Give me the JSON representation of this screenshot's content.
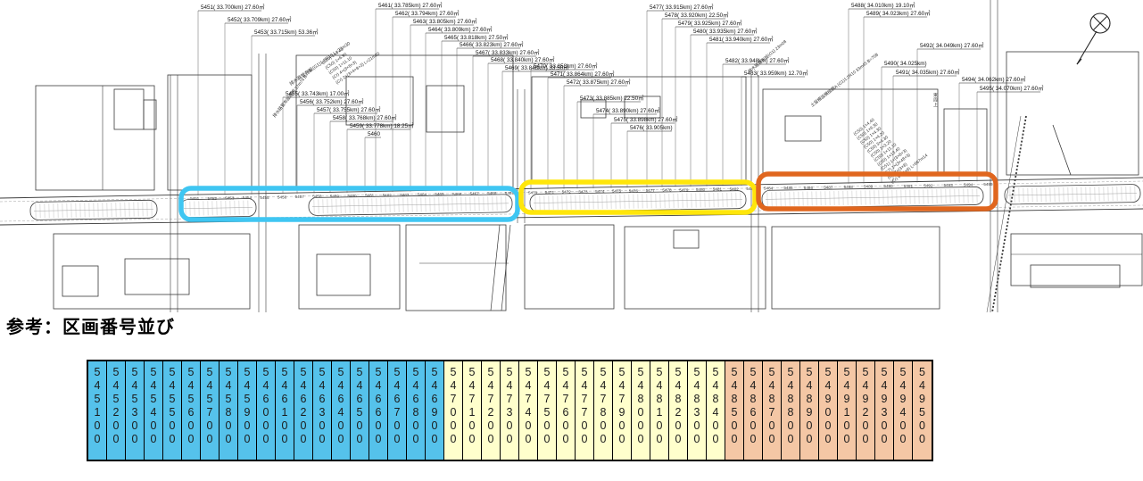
{
  "caption": {
    "text": "参考：区画番号並び"
  },
  "map": {
    "labels": [
      "5451( 33.700km) 27.60㎡",
      "5452( 33.709km) 27.60㎡",
      "5453( 33.715km) 53.36㎡",
      "5455( 33.743km) 17.00㎡",
      "5456( 33.752km) 27.60㎡",
      "5457( 33.755km) 27.60㎡",
      "5458( 33.768km) 27.60㎡",
      "5459( 33.778km) 18.25㎡",
      "5460",
      "5461( 33.785km) 27.60㎡",
      "5462( 33.794km) 27.60㎡",
      "5463( 33.805km) 27.60㎡",
      "5464( 33.809km) 27.60㎡",
      "5465( 33.818km) 27.50㎡",
      "5466( 33.823km) 27.60㎡",
      "5467( 33.833km) 27.60㎡",
      "5468( 33.840km) 27.60㎡",
      "5469( 33.848km) 33.50㎡",
      "5470( 33.858km) 27.60㎡",
      "5471( 33.864km) 27.60㎡",
      "5472( 33.875km) 27.60㎡",
      "5473( 33.885km) 22.50㎡",
      "5474( 33.890km) 27.60㎡",
      "5475( 33.898km) 27.60㎡",
      "5476( 33.905km)",
      "5477( 33.915km) 27.60㎡",
      "5478( 33.920km) 22.50㎡",
      "5479( 33.925km) 27.60㎡",
      "5480( 33.935km) 27.60㎡",
      "5481( 33.940km) 27.60㎡",
      "5482( 33.948km) 27.60㎡",
      "5483( 33.959km) 12.70㎡",
      "5488( 34.010km) 19.10㎡",
      "5489( 34.023km) 27.60㎡",
      "5490( 34.025km)",
      "5491( 34.035km) 27.60㎡",
      "5492( 34.049km) 27.60㎡",
      "5494( 34.062km) 27.60㎡",
      "5495( 34.070km) 27.60㎡"
    ],
    "strip_numbers": [
      "5451",
      "5452",
      "5453",
      "5454",
      "5455",
      "5456",
      "5457",
      "5458",
      "5459",
      "5460",
      "5461",
      "5462",
      "5463",
      "5464",
      "5465",
      "5466",
      "5467",
      "5468",
      "5469",
      "5470",
      "5471",
      "5472",
      "5473",
      "5474",
      "5475",
      "5476",
      "5477",
      "5478",
      "5479",
      "5480",
      "5481",
      "5482",
      "5483",
      "5484",
      "5485",
      "5486",
      "5487",
      "5488",
      "5489",
      "5490",
      "5491",
      "5492",
      "5493",
      "5494",
      "5495"
    ],
    "annotations": {
      "left_diagonal": [
        "排水路管布設(G1)1:2R10 L=23m30",
        "(C50) 1×4.40",
        "(C50) 1×6.90",
        "(C50) 1×11.10",
        "(Cr) 4×(3×8+3)",
        "(Cr) 2×(3×4+8+3) L=21m20",
        "排水路管布設横鋼 37m74 B=7B"
      ],
      "right_diagonal": [
        "(C50) 1×4.40",
        "(C50) 1×6.30",
        "(C50) 1×4.30",
        "(C50) 1×4.20",
        "(C50) 3×4.30",
        "(C50) 1×3.20",
        "(C50) 1×11.10",
        "(C50) 1×13.40",
        "(C51) 1×(3×8+3)",
        "(C7) 1×(3×48+3)",
        "(Cr) 7×(3×8)",
        "(Cr) 6×(4×8) L=667m14",
        "土留柵設横接鋼A (G1)1:2R10 33m45 B=75B"
      ],
      "mid_diagonal": [
        "排水路管布設(G1) 23m08"
      ],
      "vertical_note": "東周上"
    },
    "highlights": [
      {
        "name": "blue",
        "color": "#3FC6F2"
      },
      {
        "name": "yellow",
        "color": "#FFE60A"
      },
      {
        "name": "orange",
        "color": "#E0661E"
      }
    ],
    "compass": "north-arrow"
  },
  "table": {
    "groups": [
      {
        "name": "blue",
        "color": "#55C2EB",
        "values": [
          "545100",
          "545200",
          "545300",
          "545400",
          "545500",
          "545600",
          "545700",
          "545800",
          "545900",
          "546000",
          "546100",
          "546200",
          "546300",
          "546400",
          "546500",
          "546600",
          "546700",
          "546800",
          "546900"
        ]
      },
      {
        "name": "yellow",
        "color": "#FFFFCC",
        "values": [
          "547000",
          "547100",
          "547200",
          "547300",
          "547400",
          "547500",
          "547600",
          "547700",
          "547800",
          "547900",
          "548000",
          "548100",
          "548200",
          "548300",
          "548400"
        ]
      },
      {
        "name": "orange",
        "color": "#F4C7A5",
        "values": [
          "548500",
          "548600",
          "548700",
          "548800",
          "548900",
          "549000",
          "549100",
          "549200",
          "549300",
          "549400",
          "549500"
        ]
      }
    ]
  }
}
